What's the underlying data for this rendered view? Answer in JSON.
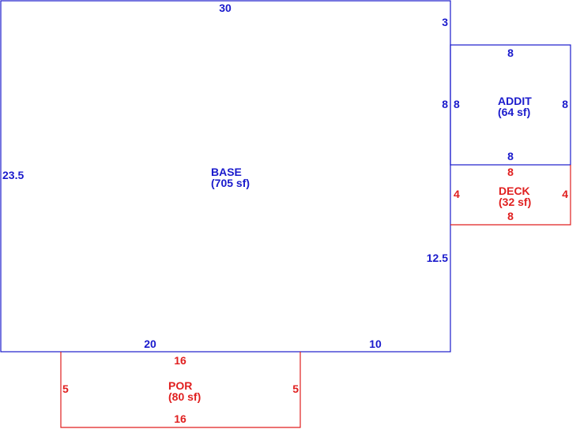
{
  "colors": {
    "existing": "#1a1acc",
    "addition": "#e01f1f",
    "background": "#ffffff"
  },
  "base": {
    "name": "BASE",
    "area": "(705 sf)",
    "top": "30",
    "left": "23.5",
    "right_upper": "3",
    "right_lower": "12.5",
    "bottom_left": "20",
    "bottom_right": "10"
  },
  "addit": {
    "name": "ADDIT",
    "area": "(64 sf)",
    "top": "8",
    "bottom": "8",
    "left_outer": "8",
    "left_inner": "8",
    "right": "8"
  },
  "deck": {
    "name": "DECK",
    "area": "(32 sf)",
    "top": "8",
    "bottom": "8",
    "left": "4",
    "right": "4"
  },
  "por": {
    "name": "POR",
    "area": "(80 sf)",
    "top": "16",
    "bottom": "16",
    "left": "5",
    "right": "5"
  }
}
